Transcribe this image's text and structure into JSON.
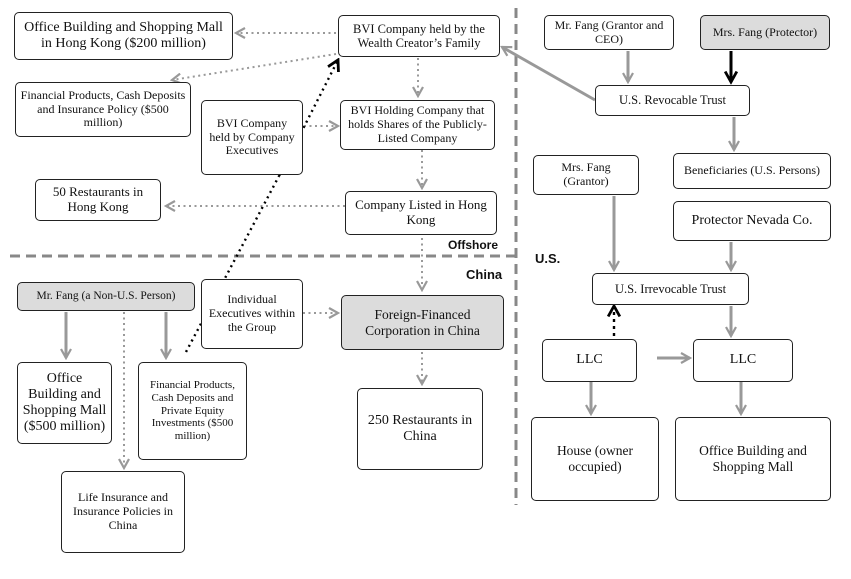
{
  "regions": {
    "offshore": "Offshore",
    "china": "China",
    "us": "U.S."
  },
  "nodes": {
    "office_hk": "Office Building and Shopping Mall in Hong Kong ($200 million)",
    "bvi_family": "BVI Company held by the Wealth Creator’s Family",
    "financial_hk": "Financial Products, Cash Deposits and Insurance Policy ($500 million)",
    "bvi_exec": "BVI Company held by Company Executives",
    "bvi_holding": "BVI Holding Company that holds Shares of the Publicly-Listed Company",
    "rest_hk": "50 Restaurants in Hong Kong",
    "listed_hk": "Company Listed in Hong Kong",
    "mr_fang_nonus": "Mr. Fang (a Non-U.S. Person)",
    "individual_exec": "Individual Executives within the Group",
    "foreign_corp": "Foreign-Financed Corporation in China",
    "office_china": "Office Building and Shopping Mall ($500 million)",
    "financial_china": "Financial Products, Cash Deposits and Private Equity Investments ($500 million)",
    "rest_china": "250 Restaurants in China",
    "life_ins": "Life Insurance and Insurance Policies in China",
    "mr_fang_grantor_ceo": "Mr. Fang (Grantor and CEO)",
    "mrs_fang_protector": "Mrs. Fang (Protector)",
    "us_revocable": "U.S. Revocable Trust",
    "mrs_fang_grantor": "Mrs. Fang (Grantor)",
    "beneficiaries": "Beneficiaries (U.S. Persons)",
    "protector_nevada": "Protector Nevada Co.",
    "us_irrevocable": "U.S. Irrevocable Trust",
    "llc_left": "LLC",
    "llc_right": "LLC",
    "house": "House (owner occupied)",
    "office_us": "Office Building and Shopping Mall"
  }
}
